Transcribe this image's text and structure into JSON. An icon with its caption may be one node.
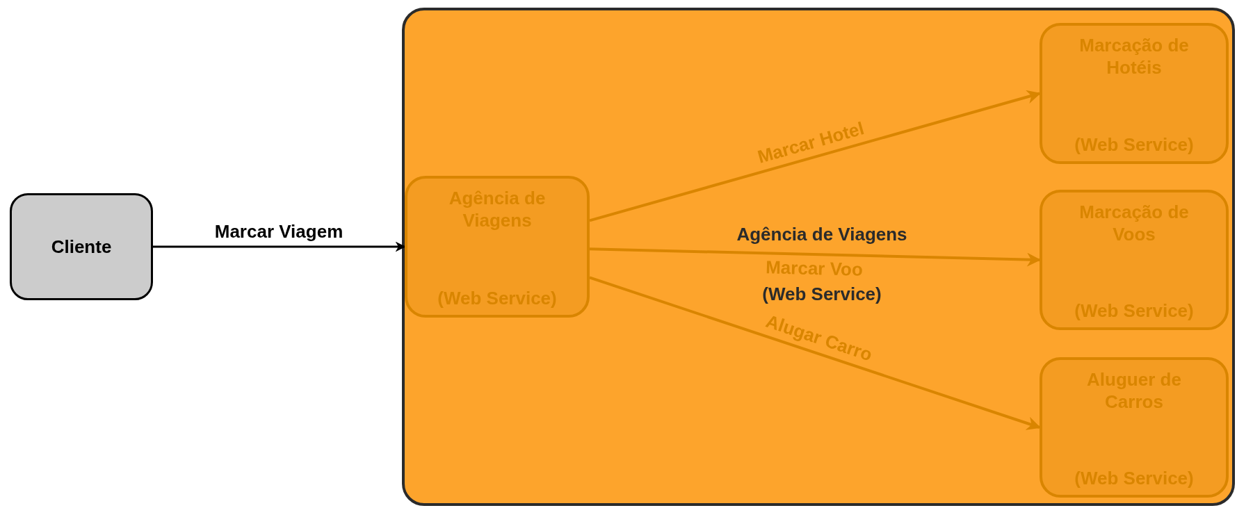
{
  "diagram": {
    "nodes": [
      {
        "text": [
          "Cliente"
        ]
      },
      {
        "text": [
          "Agência de Viagens",
          "(Web Service)"
        ]
      },
      {
        "text": [
          "Agência de Viagens",
          "(Web Service)"
        ],
        "in": 1
      },
      {
        "text": [
          "Marcação de Hotéis",
          "(Web Service)"
        ],
        "in": 1
      },
      {
        "text": [
          "Marcação de Voos",
          "(Web Service)"
        ],
        "in": 1
      },
      {
        "text": [
          "Aluguer de Carros",
          "(Web Service)"
        ],
        "in": 1
      }
    ],
    "edges": [
      {
        "from": 0,
        "to": 2,
        "arrow": "to",
        "label": "Marcar Viagem",
        "color": "#000000"
      },
      {
        "from": 2,
        "to": 3,
        "arrow": "to",
        "label": "Marcar Hotel",
        "color": "#d98500"
      },
      {
        "from": 2,
        "to": 4,
        "arrow": "to",
        "label": "Marcar Voo",
        "color": "#d98500"
      },
      {
        "from": 2,
        "to": 5,
        "arrow": "to",
        "label": "Alugar Carro",
        "color": "#d98500"
      }
    ]
  }
}
